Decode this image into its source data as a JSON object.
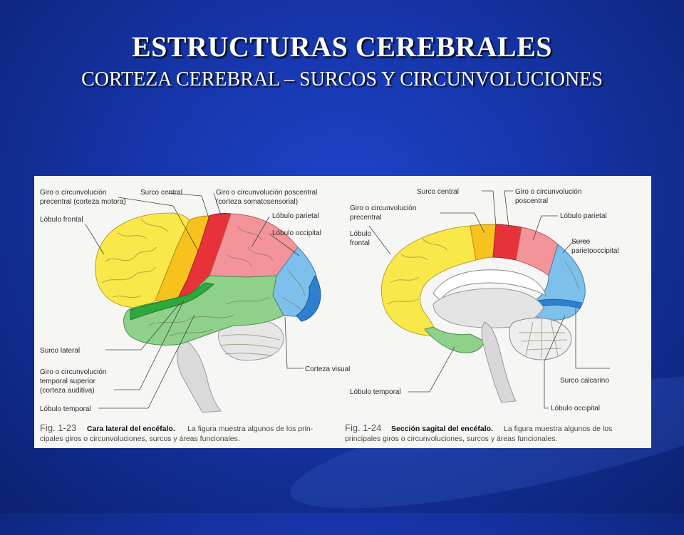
{
  "slide": {
    "title": "ESTRUCTURAS CEREBRALES",
    "subtitle": "CORTEZA CEREBRAL – SURCOS Y CIRCUNVOLUCIONES"
  },
  "figure_left": {
    "labels": {
      "precentral_1": "Giro o circunvolución",
      "precentral_2": "precentral (corteza motora)",
      "frontal": "Lóbulo frontal",
      "central": "Surco central",
      "postcentral_1": "Giro o circunvolución poscentral",
      "postcentral_2": "(corteza somatosensorial)",
      "parietal": "Lóbulo parietal",
      "occipital": "Lóbulo occipital",
      "lateral": "Surco lateral",
      "sup_temporal_1": "Giro o circunvolución",
      "sup_temporal_2": "temporal superior",
      "sup_temporal_3": "(corteza auditiva)",
      "temporal": "Lóbulo temporal",
      "visual": "Corteza visual"
    },
    "caption": {
      "fig_no": "Fig. 1-23",
      "bold": "Cara lateral del encéfalo.",
      "line1_rest": "La figura muestra algunos de los prin-",
      "line2": "cipales giros o circunvoluciones, surcos y áreas funcionales."
    }
  },
  "figure_right": {
    "labels": {
      "central": "Surco central",
      "precentral_1": "Giro o circunvolución",
      "precentral_2": "precentral",
      "frontal_1": "Lóbulo",
      "frontal_2": "frontal",
      "postcentral_1": "Giro o circunvolución",
      "postcentral_2": "poscentral",
      "parietal": "Lóbulo parietal",
      "parieto_1": "Surco",
      "parieto_2": "parietooccipital",
      "calcarine": "Surco calcarino",
      "temporal": "Lóbulo temporal",
      "occipital": "Lóbulo occipital"
    },
    "caption": {
      "fig_no": "Fig. 1-24",
      "bold": "Sección sagital del encéfalo.",
      "line1_rest": "La figura muestra algunos de los",
      "line2": "principales giros o circunvoluciones, surcos y áreas funcionales."
    }
  },
  "colors": {
    "frontal": "#f9e84a",
    "precentral": "#f7c21e",
    "postcentral": "#e8323a",
    "parietal": "#f2949a",
    "temporal": "#8fd08a",
    "superior_temporal": "#2ea83a",
    "occipital": "#7ec0ec",
    "visual": "#2f7fcf",
    "cerebellum": "#e8e8e8",
    "brainstem": "#d8d8d8"
  }
}
